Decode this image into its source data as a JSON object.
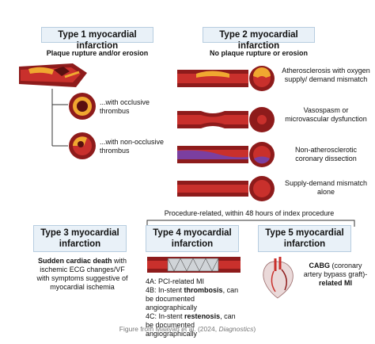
{
  "type1": {
    "title": "Type 1 myocardial infarction",
    "subtitle": "Plaque rupture and/or erosion",
    "occlusive": "...with occlusive thrombus",
    "non_occlusive": "...with non-occlusive thrombus"
  },
  "type2": {
    "title": "Type 2 myocardial infarction",
    "subtitle": "No plaque rupture or erosion",
    "items": [
      "Atherosclerosis with oxygen supply/ demand mismatch",
      "Vasospasm or microvascular dysfunction",
      "Non-atherosclerotic coronary dissection",
      "Supply-demand mismatch alone"
    ]
  },
  "procedure_label": "Procedure-related, within 48 hours of index procedure",
  "type3": {
    "title_line1": "Type 3 myocardial",
    "title_line2": "infarction",
    "bold": "Sudden cardiac death",
    "text": "with ischemic ECG changes/VF with symptoms suggestive of myocardial ischemia"
  },
  "type4": {
    "title_line1": "Type 4 myocardial",
    "title_line2": "infarction",
    "a": "4A: PCI-related MI",
    "b_prefix": "4B: In-stent",
    "b_bold": "thrombosis",
    "b_suffix": ", can be documented angiographically",
    "c_prefix": "4C: In-stent",
    "c_bold": "restenosis",
    "c_suffix": ", can be documented angiographically"
  },
  "type5": {
    "title": "Type 5 myocardial infarction",
    "bold": "CABG",
    "text": "(coronary artery bypass graft)-",
    "bold2": "related MI"
  },
  "caption_prefix": "Figure from Maayah et al. (2024,",
  "caption_journal": "Diagnostics",
  "caption_suffix": ")",
  "colors": {
    "vessel": "#8e1b1b",
    "lumen": "#c9302c",
    "plaque": "#f0a830",
    "thrombus": "#5a1010",
    "dissection": "#7b3fa0"
  }
}
